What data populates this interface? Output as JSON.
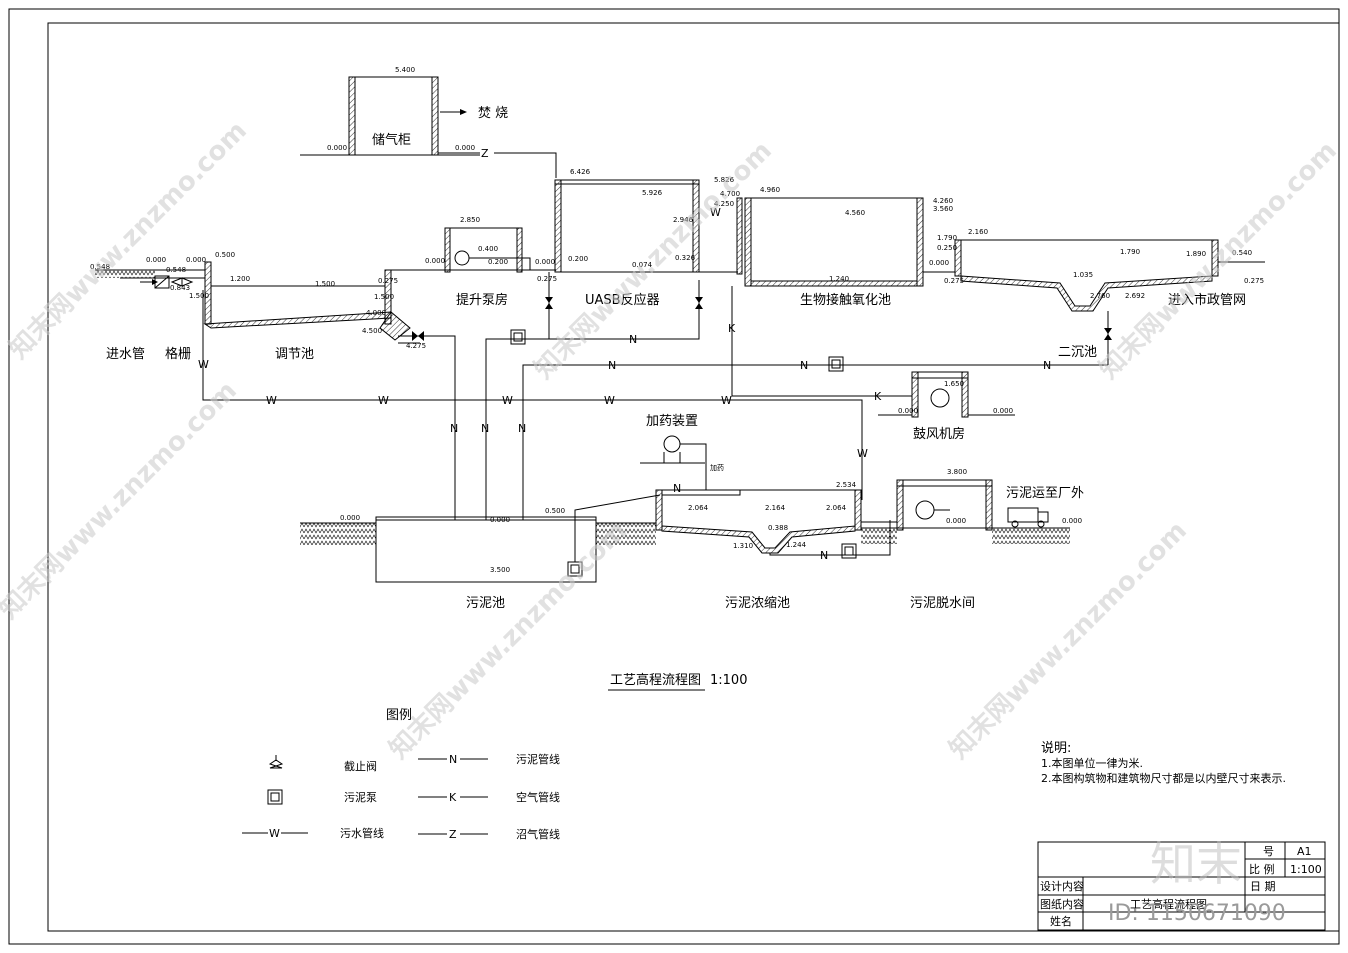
{
  "labels": {
    "gasholder": "储气柜",
    "incinerate": "焚 烧",
    "inlet_pipe": "进水管",
    "grille": "格栅",
    "regulating_tank": "调节池",
    "pump_house": "提升泵房",
    "uasb": "UASB反应器",
    "bio_oxidation": "生物接触氧化池",
    "to_municipal": "进入市政管网",
    "secondary_clarifier": "二沉池",
    "blower_room": "鼓风机房",
    "dosing_device": "加药装置",
    "dosing": "加药",
    "sludge_tank": "污泥池",
    "sludge_thickener": "污泥浓缩池",
    "sludge_dewater": "污泥脱水间",
    "sludge_out": "污泥运至厂外"
  },
  "elevations": {
    "gas_top": "5.400",
    "gas_g1": "0.000",
    "gas_g2": "0.000",
    "uasb_top": "6.426",
    "uasb_water": "5.926",
    "uasb_a": "2.946",
    "uasb_b": "0.200",
    "uasb_c": "0.074",
    "uasb_d": "0.326",
    "uasb_e": "0.000",
    "uasb_f": "0.275",
    "pump_top": "2.850",
    "pump_a": "0.400",
    "pump_b": "0.200",
    "pump_g": "0.000",
    "reg_top": "0.500",
    "reg_water": "1.200",
    "reg_a": "1.500",
    "reg_b": "0.275",
    "reg_c": "1.500",
    "reg_d": "4.000",
    "reg_e": "4.500",
    "reg_f": "4.275",
    "inlet_a": "0.548",
    "inlet_b": "0.000",
    "inlet_c": "0.548",
    "inlet_d": "0.000",
    "inlet_e": "0.843",
    "inlet_f": "1.500",
    "bio_a": "5.826",
    "bio_b": "4.700",
    "bio_c": "4.250",
    "bio_d": "4.960",
    "bio_water": "4.560",
    "bio_e": "1.240",
    "bio_f": "4.260",
    "bio_g": "3.560",
    "bio_h": "0.000",
    "bio_i": "0.275",
    "sec_a": "2.160",
    "sec_b": "1.790",
    "sec_c": "0.250",
    "sec_d": "1.790",
    "sec_e": "1.890",
    "sec_f": "1.035",
    "sec_g": "2.760",
    "sec_h": "2.692",
    "sec_i": "0.540",
    "sec_j": "0.275",
    "blower_a": "1.650",
    "blower_b": "0.000",
    "blower_c": "0.000",
    "sludge_a": "0.000",
    "sludge_b": "0.000",
    "sludge_c": "0.500",
    "sludge_d": "3.500",
    "thick_a": "2.534",
    "thick_b": "2.064",
    "thick_c": "2.164",
    "thick_d": "2.064",
    "thick_e": "0.388",
    "thick_f": "1.310",
    "thick_g": "1.244",
    "dew_a": "3.800",
    "dew_b": "0.000",
    "dew_c": "0.000"
  },
  "pipes": {
    "W": "W",
    "N": "N",
    "K": "K",
    "Z": "Z"
  },
  "title": {
    "name": "工艺高程流程图",
    "scale": "1:100"
  },
  "legend": {
    "title": "图例",
    "valve": "截止阀",
    "sludge_pump": "污泥泵",
    "sewage_line": "污水管线",
    "sludge_line": "污泥管线",
    "air_line": "空气管线",
    "biogas_line": "沼气管线"
  },
  "notes": {
    "title": "说明:",
    "line1": "1.本图单位一律为米.",
    "line2": "2.本图构筑物和建筑物尺寸都是以内壁尺寸来表示."
  },
  "titleblock": {
    "sheet_label": "号",
    "sheet_value": "A1",
    "scale_label": "比 例",
    "scale_value": "1:100",
    "date_label": "日 期",
    "design_content": "设计内容",
    "drawing_content": "图纸内容",
    "drawing_value": "工艺高程流程图",
    "name_label": "姓名"
  },
  "watermark": {
    "site": "知末网www.znzmo.com",
    "logo": "知末",
    "id": "ID: 1150671090"
  },
  "colors": {
    "line": "#000000",
    "background": "#ffffff",
    "watermark": "#c9c9c9"
  }
}
